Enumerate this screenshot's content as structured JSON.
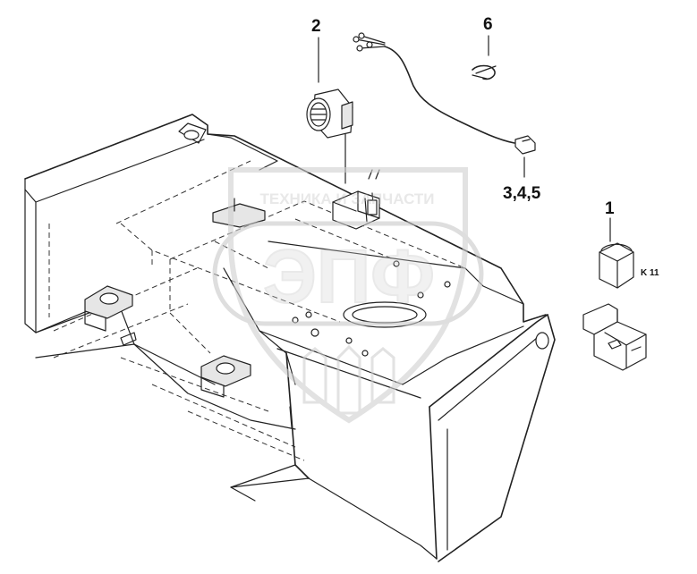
{
  "callouts": {
    "c1": "1",
    "c2": "2",
    "c345": "3,4,5",
    "c6": "6"
  },
  "relay_tag": "K 11",
  "watermark": {
    "line1": "ТЕХНИКА И ЗАПЧАСТИ",
    "logo": "ЭПФ"
  }
}
